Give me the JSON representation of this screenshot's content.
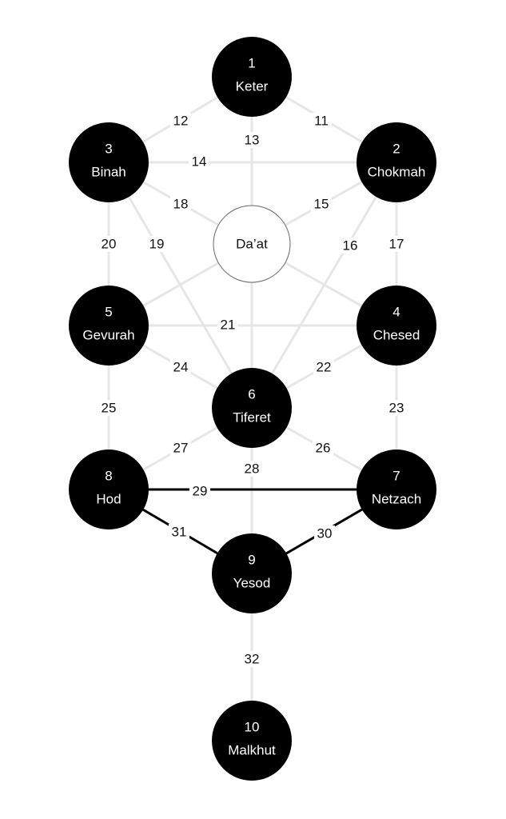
{
  "diagram": {
    "nodes": [
      {
        "id": "keter",
        "number": "1",
        "name": "Keter",
        "style": "filled"
      },
      {
        "id": "chokmah",
        "number": "2",
        "name": "Chokmah",
        "style": "filled"
      },
      {
        "id": "binah",
        "number": "3",
        "name": "Binah",
        "style": "filled"
      },
      {
        "id": "daat",
        "number": "",
        "name": "Da’at",
        "style": "hollow"
      },
      {
        "id": "chesed",
        "number": "4",
        "name": "Chesed",
        "style": "filled"
      },
      {
        "id": "gevurah",
        "number": "5",
        "name": "Gevurah",
        "style": "filled"
      },
      {
        "id": "tiferet",
        "number": "6",
        "name": "Tiferet",
        "style": "filled"
      },
      {
        "id": "netzach",
        "number": "7",
        "name": "Netzach",
        "style": "filled"
      },
      {
        "id": "hod",
        "number": "8",
        "name": "Hod",
        "style": "filled"
      },
      {
        "id": "yesod",
        "number": "9",
        "name": "Yesod",
        "style": "filled"
      },
      {
        "id": "malkhut",
        "number": "10",
        "name": "Malkhut",
        "style": "filled"
      }
    ],
    "edges": [
      {
        "label": "11",
        "from": "keter",
        "to": "chokmah",
        "style": "light"
      },
      {
        "label": "12",
        "from": "keter",
        "to": "binah",
        "style": "light"
      },
      {
        "label": "13",
        "from": "keter",
        "to": "daat",
        "style": "light"
      },
      {
        "label": "14",
        "from": "binah",
        "to": "chokmah",
        "style": "light"
      },
      {
        "label": "15",
        "from": "chokmah",
        "to": "daat",
        "style": "light"
      },
      {
        "label": "16",
        "from": "chokmah",
        "to": "tiferet",
        "style": "light"
      },
      {
        "label": "17",
        "from": "chokmah",
        "to": "chesed",
        "style": "light"
      },
      {
        "label": "18",
        "from": "binah",
        "to": "daat",
        "style": "light"
      },
      {
        "label": "19",
        "from": "binah",
        "to": "tiferet",
        "style": "light"
      },
      {
        "label": "20",
        "from": "binah",
        "to": "gevurah",
        "style": "light"
      },
      {
        "label": "",
        "from": "daat",
        "to": "gevurah",
        "style": "light"
      },
      {
        "label": "",
        "from": "daat",
        "to": "chesed",
        "style": "light"
      },
      {
        "label": "",
        "from": "daat",
        "to": "tiferet",
        "style": "light"
      },
      {
        "label": "21",
        "from": "gevurah",
        "to": "chesed",
        "style": "light"
      },
      {
        "label": "22",
        "from": "chesed",
        "to": "tiferet",
        "style": "light"
      },
      {
        "label": "23",
        "from": "chesed",
        "to": "netzach",
        "style": "light"
      },
      {
        "label": "24",
        "from": "gevurah",
        "to": "tiferet",
        "style": "light"
      },
      {
        "label": "25",
        "from": "gevurah",
        "to": "hod",
        "style": "light"
      },
      {
        "label": "26",
        "from": "tiferet",
        "to": "netzach",
        "style": "light"
      },
      {
        "label": "27",
        "from": "tiferet",
        "to": "hod",
        "style": "light"
      },
      {
        "label": "28",
        "from": "tiferet",
        "to": "yesod",
        "style": "light"
      },
      {
        "label": "29",
        "from": "hod",
        "to": "netzach",
        "style": "bold"
      },
      {
        "label": "30",
        "from": "netzach",
        "to": "yesod",
        "style": "bold"
      },
      {
        "label": "31",
        "from": "hod",
        "to": "yesod",
        "style": "bold"
      },
      {
        "label": "32",
        "from": "yesod",
        "to": "malkhut",
        "style": "light"
      }
    ],
    "colors": {
      "node_fill": "#000000",
      "node_text": "#ffffff",
      "light_line": "#e6e6e6",
      "bold_line": "#000000",
      "hollow_stroke": "#666666"
    }
  }
}
